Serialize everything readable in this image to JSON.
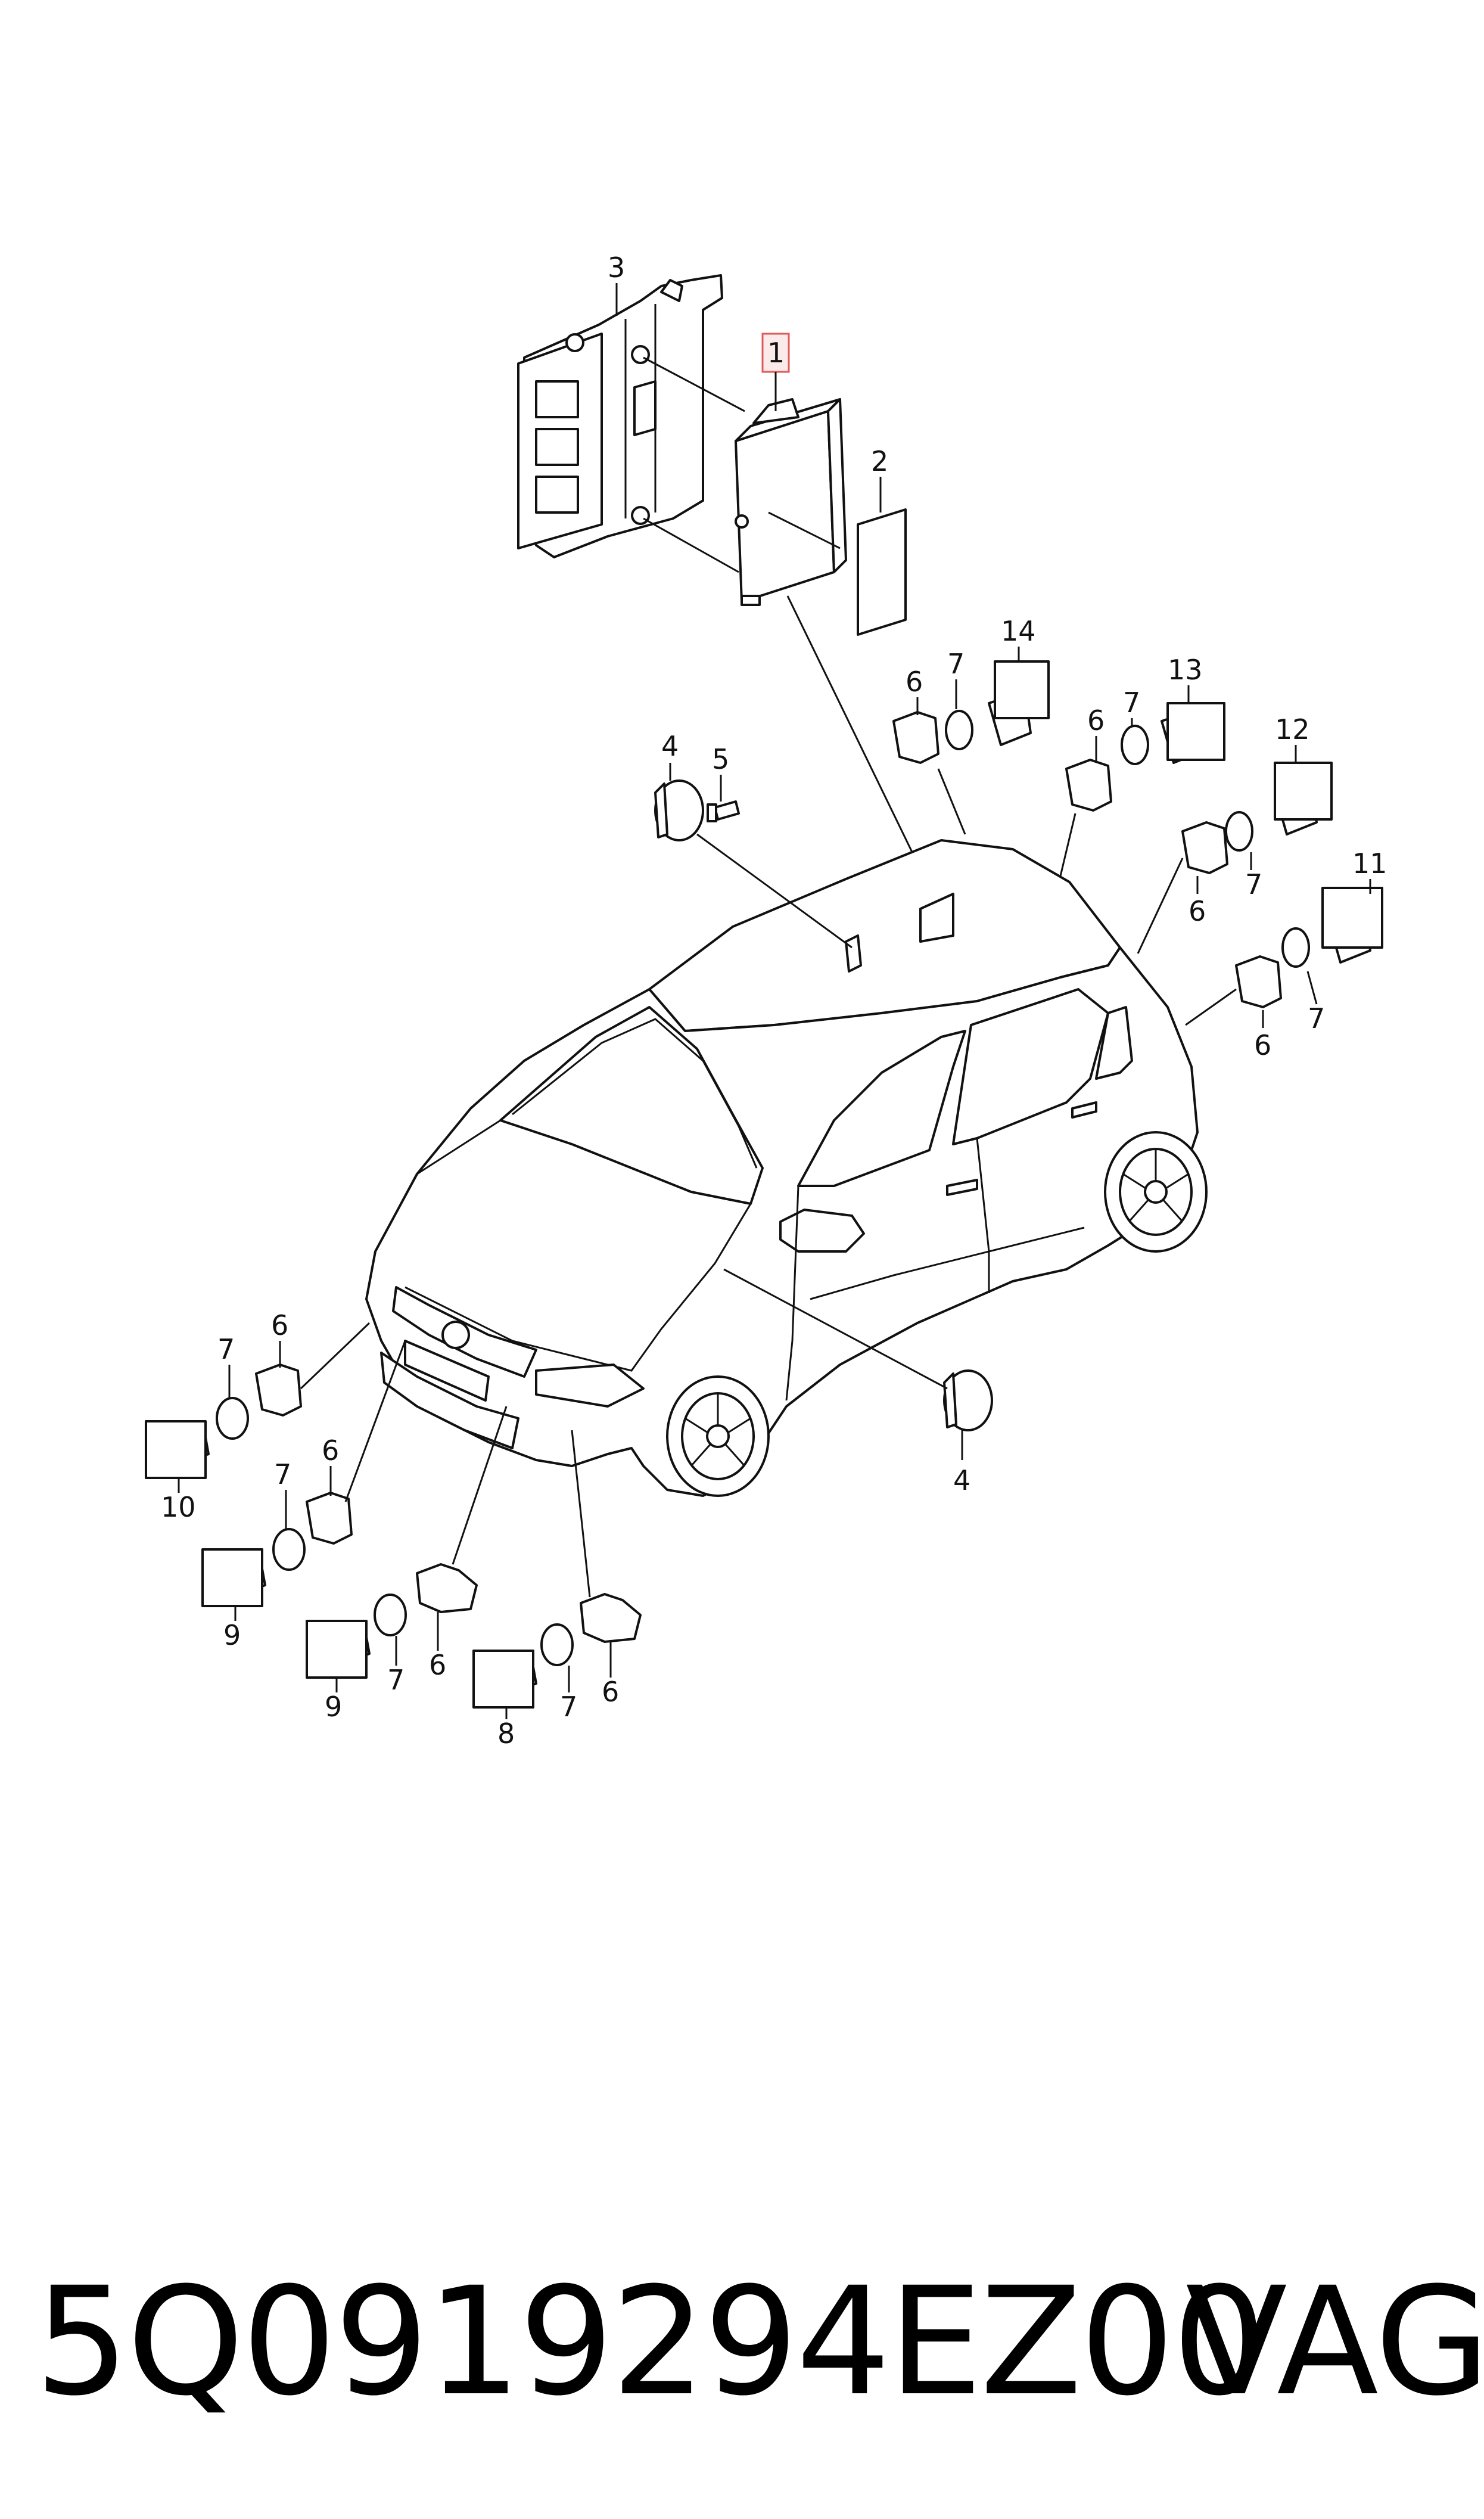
{
  "callouts": {
    "c1": "1",
    "c2": "2",
    "c3": "3",
    "c4a": "4",
    "c4b": "4",
    "c5": "5",
    "c6a": "6",
    "c6b": "6",
    "c6c": "6",
    "c6d": "6",
    "c6e": "6",
    "c6f": "6",
    "c6g": "6",
    "c6h": "6",
    "c7a": "7",
    "c7b": "7",
    "c7c": "7",
    "c7d": "7",
    "c7e": "7",
    "c7f": "7",
    "c7g": "7",
    "c7h": "7",
    "c8": "8",
    "c9a": "9",
    "c9b": "9",
    "c10": "10",
    "c11": "11",
    "c12": "12",
    "c13": "13",
    "c14": "14"
  },
  "highlight_color": "#e05a5a",
  "footer": {
    "part_number": "5Q0919294EZ00",
    "brand": "VAG"
  }
}
